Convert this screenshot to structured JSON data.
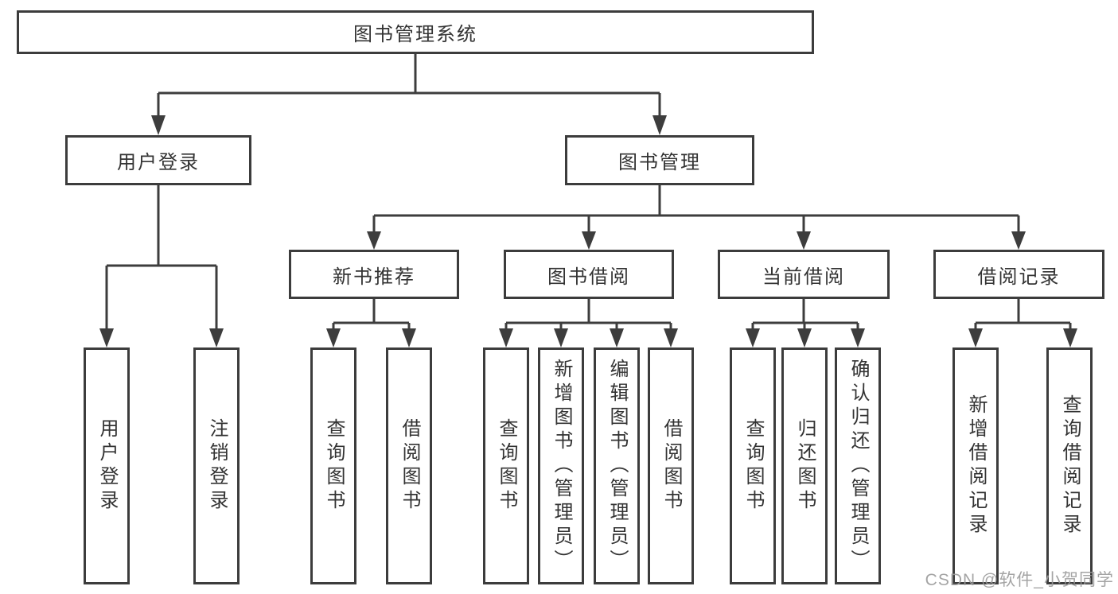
{
  "nodes": {
    "root": "图书管理系统",
    "user_login": "用户登录",
    "book_mgmt": "图书管理",
    "new_book_rec": "新书推荐",
    "book_borrow": "图书借阅",
    "current_borrow": "当前借阅",
    "borrow_records": "借阅记录",
    "leaf_user_login": "用户登录",
    "leaf_logout": "注销登录",
    "leaf_query_book_1": "查询图书",
    "leaf_borrow_book_1": "借阅图书",
    "leaf_query_book_2": "查询图书",
    "leaf_add_book_admin": "新增图书（管理员）",
    "leaf_edit_book_admin": "编辑图书（管理员）",
    "leaf_borrow_book_2": "借阅图书",
    "leaf_query_book_3": "查询图书",
    "leaf_return_book": "归还图书",
    "leaf_confirm_return_admin": "确认归还（管理员）",
    "leaf_add_borrow_record": "新增借阅记录",
    "leaf_query_borrow_record": "查询借阅记录"
  },
  "watermark": "CSDN @软件_小贺同学",
  "colors": {
    "line": "#3d3d3d",
    "text": "#333333",
    "watermark": "#9b9b9b",
    "background": "#ffffff"
  }
}
